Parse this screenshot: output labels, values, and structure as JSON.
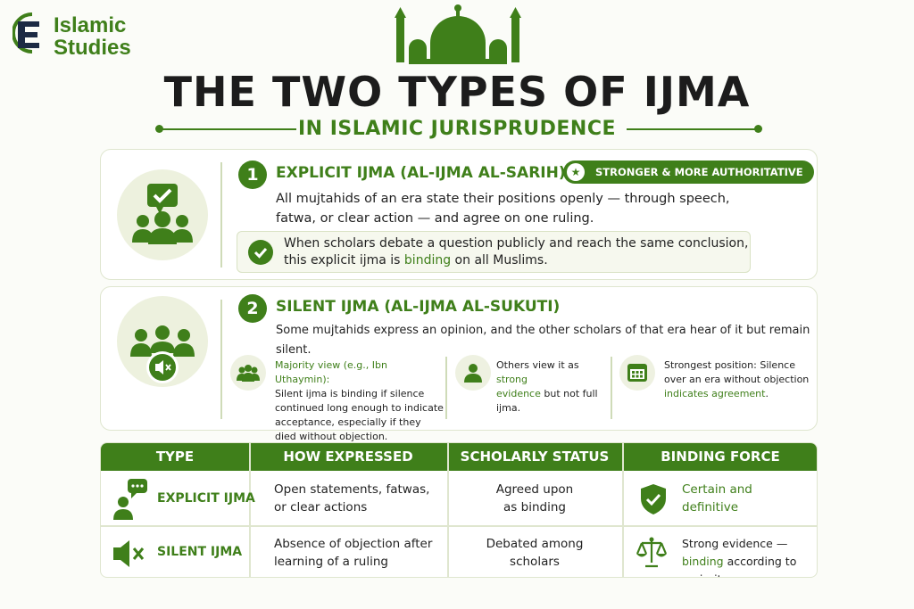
{
  "brand": {
    "line1": "Islamic",
    "line2": "Studies"
  },
  "header": {
    "title": "THE TWO TYPES OF IJMA",
    "subtitle": "IN ISLAMIC JURISPRUDENCE"
  },
  "colors": {
    "accent": "#3f7f1a",
    "soft": "#edf1de",
    "border": "#dfe6cf"
  },
  "section1": {
    "number": "1",
    "title": "EXPLICIT IJMA (AL-IJMA AL-SARIH)",
    "badge": "STRONGER & MORE AUTHORITATIVE",
    "desc_line1": "All mujtahids of an era state their positions openly — through speech,",
    "desc_line2": "fatwa, or clear action — and agree on one ruling.",
    "callout_line1": "When scholars debate a question publicly and reach the same conclusion,",
    "callout_line2_pre": "this explicit ijma is ",
    "callout_line2_em": "binding",
    "callout_line2_post": " on all Muslims.",
    "icons": [
      "chat-check-icon",
      "group-icon",
      "check-icon",
      "star-icon"
    ]
  },
  "section2": {
    "number": "2",
    "title": "SILENT IJMA (AL-IJMA AL-SUKUTI)",
    "desc": "Some mujtahids express an opinion, and the other scholars of that era hear of it but remain silent.",
    "col1_heading": "Majority view (e.g., Ibn Uthaymin):",
    "col1_lines": [
      "Silent ijma is binding if silence",
      "continued long enough to indicate",
      "acceptance, especially if they",
      "died without objection."
    ],
    "col2_pre": "Others view it as ",
    "col2_em1": "strong",
    "col2_em2": "evidence",
    "col2_post1": " but not full",
    "col2_post2": "ijma.",
    "col3_line1": "Strongest position: Silence",
    "col3_line2": "over an era without objection",
    "col3_em": "indicates agreement",
    "col3_post": ".",
    "icons": [
      "group-icon",
      "mute-icon",
      "person-icon",
      "calendar-icon"
    ]
  },
  "table": {
    "headers": [
      "TYPE",
      "HOW EXPRESSED",
      "SCHOLARLY STATUS",
      "BINDING FORCE"
    ],
    "rows": [
      {
        "type": "EXPLICIT IJMA",
        "expressed": [
          "Open statements, fatwas,",
          "or clear actions"
        ],
        "status": [
          "Agreed upon",
          "as binding"
        ],
        "force": [
          "Certain and",
          "definitive"
        ],
        "icons": [
          "speaking-person-icon",
          "shield-check-icon"
        ]
      },
      {
        "type": "SILENT IJMA",
        "expressed": [
          "Absence of objection after",
          "learning of a ruling"
        ],
        "status": [
          "Debated among",
          "scholars"
        ],
        "force_line1": "Strong evidence —",
        "force_em": "binding",
        "force_post": " according to majority",
        "icons": [
          "mute-speaker-icon",
          "scales-icon"
        ]
      }
    ]
  }
}
